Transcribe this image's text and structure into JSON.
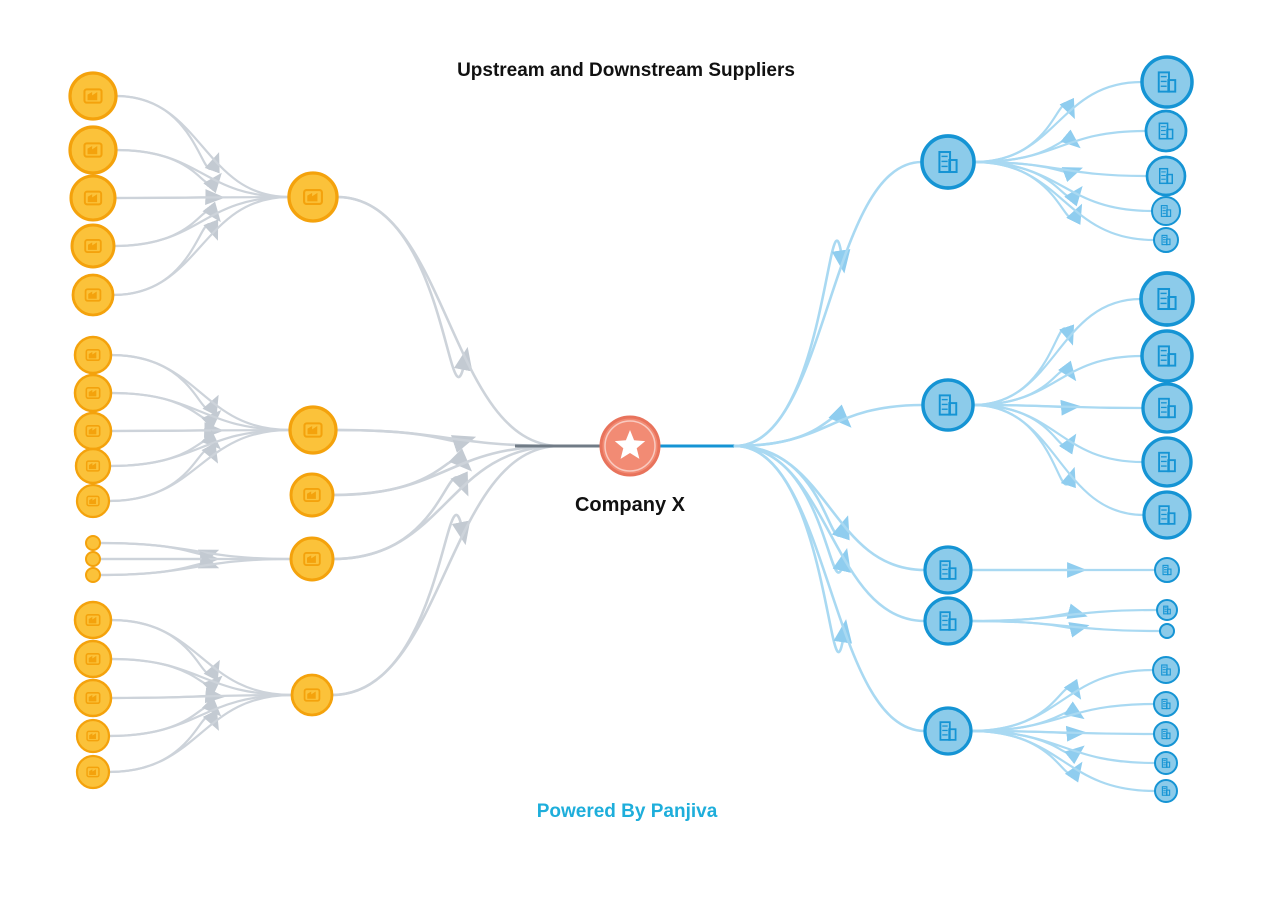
{
  "title": "Upstream and Downstream Suppliers",
  "center": {
    "label": "Company X",
    "icon": "star-icon",
    "color": "#F28B74"
  },
  "footer": {
    "text": "Powered By Panjiva",
    "color": "#1EAEDB"
  },
  "colors": {
    "supplier_fill": "#FBC23A",
    "supplier_stroke": "#F4A20C",
    "customer_fill": "#8CCBEA",
    "customer_stroke": "#1594D4",
    "upstream_link": "#CDD3DA",
    "downstream_link": "#A9D9F2"
  },
  "icons": {
    "supplier": "factory-icon",
    "customer": "building-icon"
  },
  "upstream": {
    "direct_suppliers": 5,
    "tier2_supplier_groups": [
      5,
      5,
      0,
      3,
      5
    ]
  },
  "downstream": {
    "direct_customers": 5,
    "tier2_customer_groups": [
      5,
      5,
      1,
      2,
      5
    ]
  }
}
